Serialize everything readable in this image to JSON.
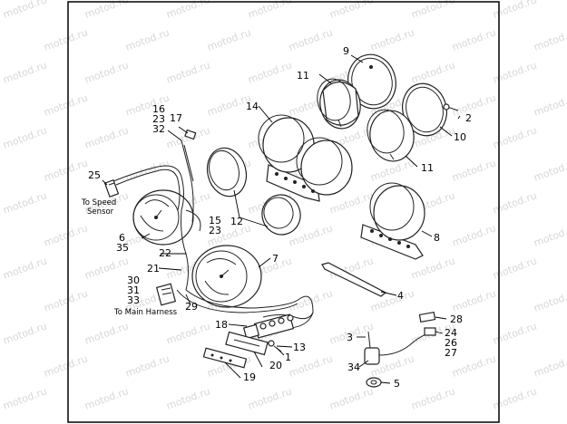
{
  "watermark": "motod.ru",
  "notes": {
    "speed_sensor_1": "To Speed",
    "speed_sensor_2": "Sensor",
    "main_harness": "To Main Harness"
  },
  "callouts": {
    "c1": "1",
    "c2": "2",
    "c3": "3",
    "c4": "4",
    "c5": "5",
    "c6": "6",
    "c7": "7",
    "c8": "8",
    "c9": "9",
    "c10": "10",
    "c11a": "11",
    "c11b": "11",
    "c12": "12",
    "c13": "13",
    "c14": "14",
    "c15": "15",
    "c16": "16",
    "c17": "17",
    "c18": "18",
    "c19": "19",
    "c20": "20",
    "c21": "21",
    "c22": "22",
    "c23a": "23",
    "c23b": "23",
    "c24": "24",
    "c25": "25",
    "c26": "26",
    "c27": "27",
    "c28": "28",
    "c29": "29",
    "c30": "30",
    "c31": "31",
    "c32": "32",
    "c33": "33",
    "c34": "34",
    "c35": "35"
  }
}
